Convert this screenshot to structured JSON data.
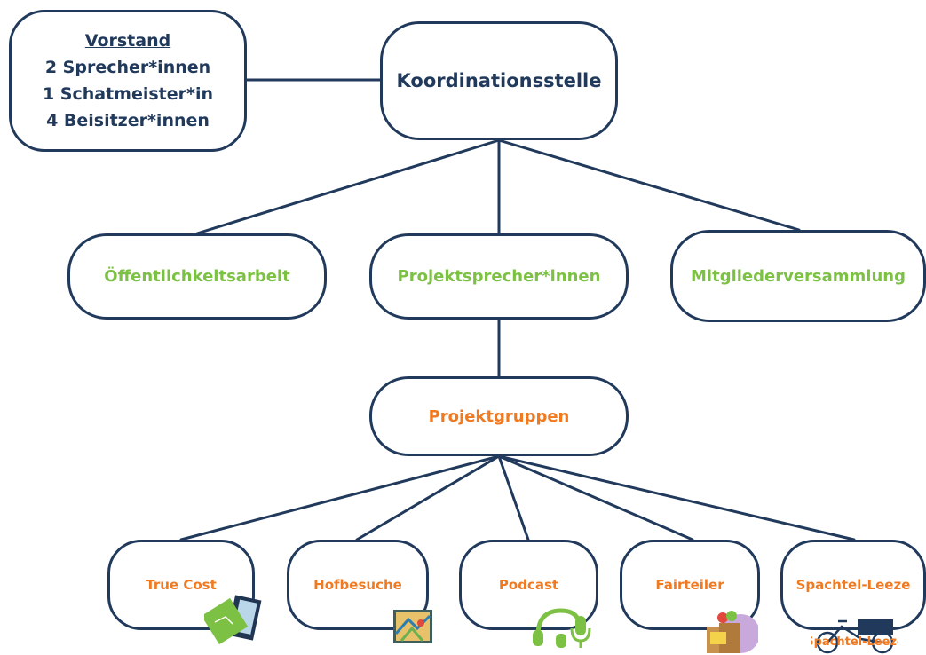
{
  "board": {
    "heading": "Vorstand",
    "lines": [
      "2 Sprecher*innen",
      "1 Schatmeister*in",
      "4 Beisitzer*innen"
    ]
  },
  "coordination": "Koordinationsstelle",
  "level2": [
    "Öffentlichkeitsarbeit",
    "Projektsprecher*innen",
    "Mitgliederversammlung"
  ],
  "project_groups": "Projektgruppen",
  "projects": [
    "True Cost",
    "Hofbesuche",
    "Podcast",
    "Fairteiler",
    "Spachtel-Leeze"
  ],
  "logo_text": "Spachtel-Leeze",
  "icons": [
    "book-icon",
    "map-icon",
    "headphones-microphone-icon",
    "grocery-bag-icon",
    "cargo-bike-logo"
  ],
  "colors": {
    "border": "#213a5c",
    "navy_text": "#213a5c",
    "green_text": "#7cc144",
    "orange_text": "#f07a22"
  }
}
